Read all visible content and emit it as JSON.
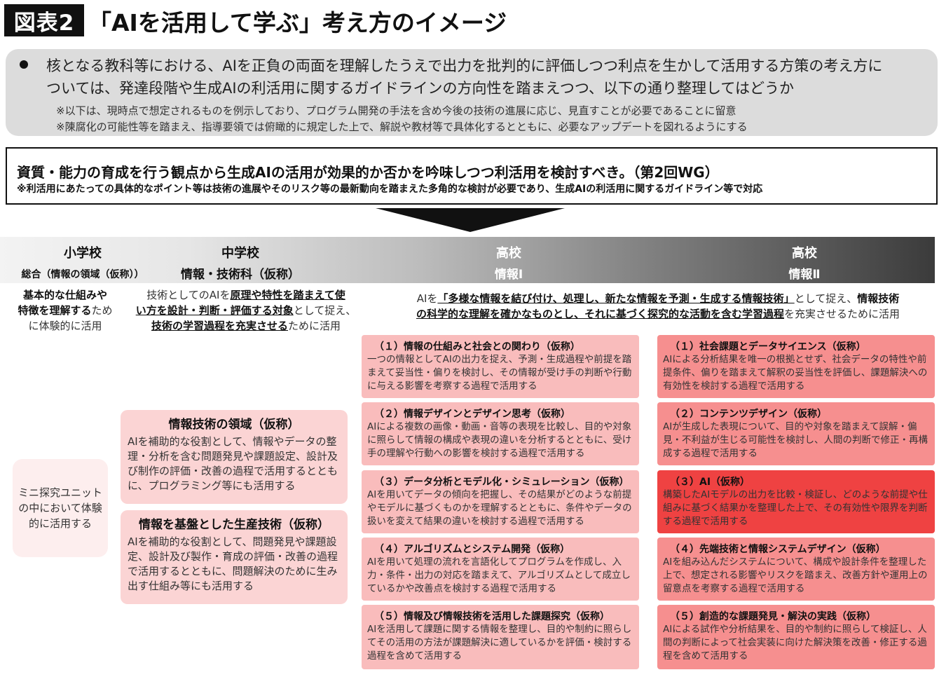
{
  "figure_tag": "図表2",
  "title": "「AIを活用して学ぶ」考え方のイメージ",
  "summary": {
    "line1": "核となる教科等における、AIを正負の両面を理解したうえで出力を批判的に評価しつつ利点を生かして活用する方策の考え方に",
    "line2": "ついては、発達段階や生成AIの利活用に関するガイドラインの方向性を踏まえつつ、以下の通り整理してはどうか",
    "note1": "※以下は、現時点で想定されるものを例示しており、プログラム開発の手法を含め今後の技術の進展に応じ、見直すことが必要であることに留意",
    "note2": "※陳腐化の可能性等を踏まえ、指導要領では俯瞰的に規定した上で、解説や教材等で具体化するとともに、必要なアップデートを図れるようにする"
  },
  "keybox": {
    "main": "資質・能力の育成を行う観点から生成AIの活用が効果的か否かを吟味しつつ利活用を検討すべき。（第2回WG）",
    "sub": "※利活用にあたっての具体的なポイント等は技術の進展やそのリスク等の最新動向を踏まえた多角的な検討が必要であり、生成AIの利活用に関するガイドライン等で対応"
  },
  "headers": {
    "elementary": {
      "line1": "小学校",
      "line2": "総合（情報の領域（仮称））"
    },
    "junior": {
      "line1": "中学校",
      "line2": "情報・技術科（仮称）"
    },
    "high1": {
      "line1": "高校",
      "line2": "情報Ⅰ"
    },
    "high2": {
      "line1": "高校",
      "line2": "情報Ⅱ"
    }
  },
  "descriptions": {
    "elementary": {
      "b1": "基本的な仕組みや",
      "b2": "特徴を理解する",
      "t1": "ため",
      "t2": "に体験的に活用"
    },
    "junior": {
      "t1": "技術としてのAIを",
      "u1": "原理や特性を踏まえて使",
      "u2": "い方を設計・判断・評価する対象",
      "t2": "として捉え、",
      "u3": "技術の学習過程を充実させる",
      "t3": "ために活用"
    },
    "high": {
      "t1": "AIを",
      "u1": "「多様な情報を結び付け、処理し、新たな情報を予測・生成する情報技術」",
      "t2": "として捉え、",
      "b1": "情報技術",
      "u2": "の科学的な理解を確かなものとし、それに基づく探究的な活動を含む学習過程",
      "t3": "を充実させるために活用"
    }
  },
  "elementary_unit": "ミニ探究ユニットの中において体験的に活用する",
  "junior_boxes": [
    {
      "title": "情報技術の領域（仮称）",
      "body": "AIを補助的な役割として、情報やデータの整理・分析を含む問題発見や課題設定、設計及び制作の評価・改善の過程で活用するとともに、プログラミング等にも活用する"
    },
    {
      "title": "情報を基盤とした生産技術（仮称）",
      "body": "AIを補助的な役割として、問題発見や課題設定、設計及び製作・育成の評価・改善の過程で活用するとともに、問題解決のために生み出す仕組み等にも活用する"
    }
  ],
  "info1_boxes": [
    {
      "title": "（１）情報の仕組みと社会との関わり（仮称）",
      "body": "一つの情報としてAIの出力を捉え、予測・生成過程や前提を踏まえて妥当性・偏りを検討し、その情報が受け手の判断や行動に与える影響を考察する過程で活用する"
    },
    {
      "title": "（２）情報デザインとデザイン思考（仮称）",
      "body": "AIによる複数の画像・動画・音等の表現を比較し、目的や対象に照らして情報の構成や表現の違いを分析するとともに、受け手の理解や行動への影響を検討する過程で活用する"
    },
    {
      "title": "（３）データ分析とモデル化・シミュレーション（仮称）",
      "body": "AIを用いてデータの傾向を把握し、その結果がどのような前提やモデルに基づくものかを理解するとともに、条件やデータの扱いを変えて結果の違いを検討する過程で活用する"
    },
    {
      "title": "（４）アルゴリズムとシステム開発（仮称）",
      "body": "AIを用いて処理の流れを言語化してプログラムを作成し、入力・条件・出力の対応を踏まえて、アルゴリズムとして成立しているかや改善点を検討する過程で活用する"
    },
    {
      "title": "（５）情報及び情報技術を活用した課題探究（仮称）",
      "body": "AIを活用して課題に関する情報を整理し、目的や制約に照らしてその活用の方法が課題解決に適しているかを評価・検討する過程を含めて活用する"
    }
  ],
  "info2_boxes": [
    {
      "title": "（１）社会課題とデータサイエンス（仮称）",
      "body": "AIによる分析結果を唯一の根拠とせず、社会データの特性や前提条件、偏りを踏まえて解釈の妥当性を評価し、課題解決への有効性を検討する過程で活用する"
    },
    {
      "title": "（２）コンテンツデザイン（仮称）",
      "body": "AIが生成した表現について、目的や対象を踏まえて誤解・偏見・不利益が生じる可能性を検討し、人間の判断で修正・再構成する過程で活用する"
    },
    {
      "title": "（３）AI（仮称）",
      "body": "構築したAIモデルの出力を比較・検証し、どのような前提や仕組みに基づく結果かを整理した上で、その有効性や限界を判断する過程で活用する"
    },
    {
      "title": "（４）先端技術と情報システムデザイン（仮称）",
      "body": "AIを組み込んだシステムについて、構成や設計条件を整理した上で、想定される影響やリスクを踏まえ、改善方針や運用上の留意点を考察する過程で活用する"
    },
    {
      "title": "（５）創造的な課題発見・解決の実践（仮称）",
      "body": "AIによる試作や分析結果を、目的や制約に照らして検証し、人間の判断によって社会実装に向けた解決策を改善・修正する過程を含めて活用する"
    }
  ],
  "colors": {
    "light_red": "#f9bcbc",
    "medium_red": "#f68f8f",
    "strong_red": "#ef4242",
    "junior_pink": "#fbd4d4",
    "elementary_pink": "#fdeeee"
  }
}
